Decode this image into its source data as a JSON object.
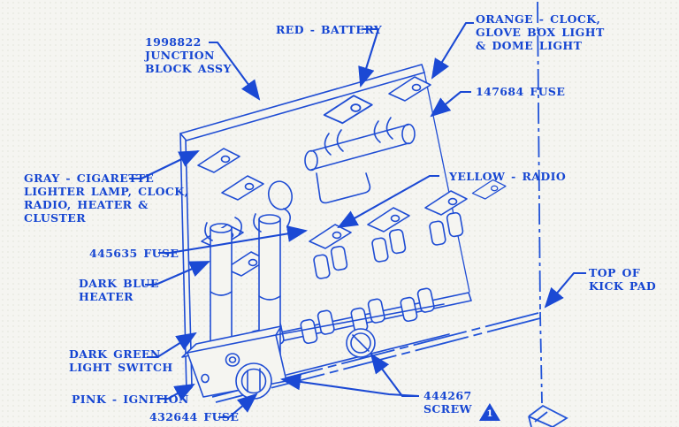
{
  "meta": {
    "ink_color": "#1b49d4",
    "background_color": "#f5f5f1",
    "diagram_subject": "fuse-block-junction-assembly"
  },
  "labels": {
    "junction_block": {
      "lines": [
        "1998822",
        "JUNCTION",
        "BLOCK ASSY"
      ]
    },
    "red_battery": {
      "text": "RED - BATTERY"
    },
    "orange_clock": {
      "lines": [
        "ORANGE - CLOCK,",
        "GLOVE BOX LIGHT",
        "& DOME LIGHT"
      ]
    },
    "fuse_147684": {
      "text": "147684 FUSE"
    },
    "gray_cigarette": {
      "lines": [
        "GRAY - CIGARETTE",
        "LIGHTER LAMP,  CLOCK,",
        "RADIO,  HEATER &",
        "CLUSTER"
      ]
    },
    "fuse_445635": {
      "text": "445635 FUSE"
    },
    "yellow_radio": {
      "text": "YELLOW - RADIO"
    },
    "dark_blue_heater": {
      "lines": [
        "DARK BLUE",
        "HEATER"
      ]
    },
    "dark_green_light_switch": {
      "lines": [
        "DARK GREEN",
        "LIGHT SWITCH"
      ]
    },
    "pink_ignition": {
      "text": "PINK - IGNITION"
    },
    "fuse_432644": {
      "text": "432644 FUSE"
    },
    "screw_444267": {
      "lines": [
        "444267",
        "SCREW"
      ]
    },
    "warning_mark": "1",
    "top_of_kick_pad": {
      "lines": [
        "TOP OF",
        "KICK PAD"
      ]
    }
  }
}
